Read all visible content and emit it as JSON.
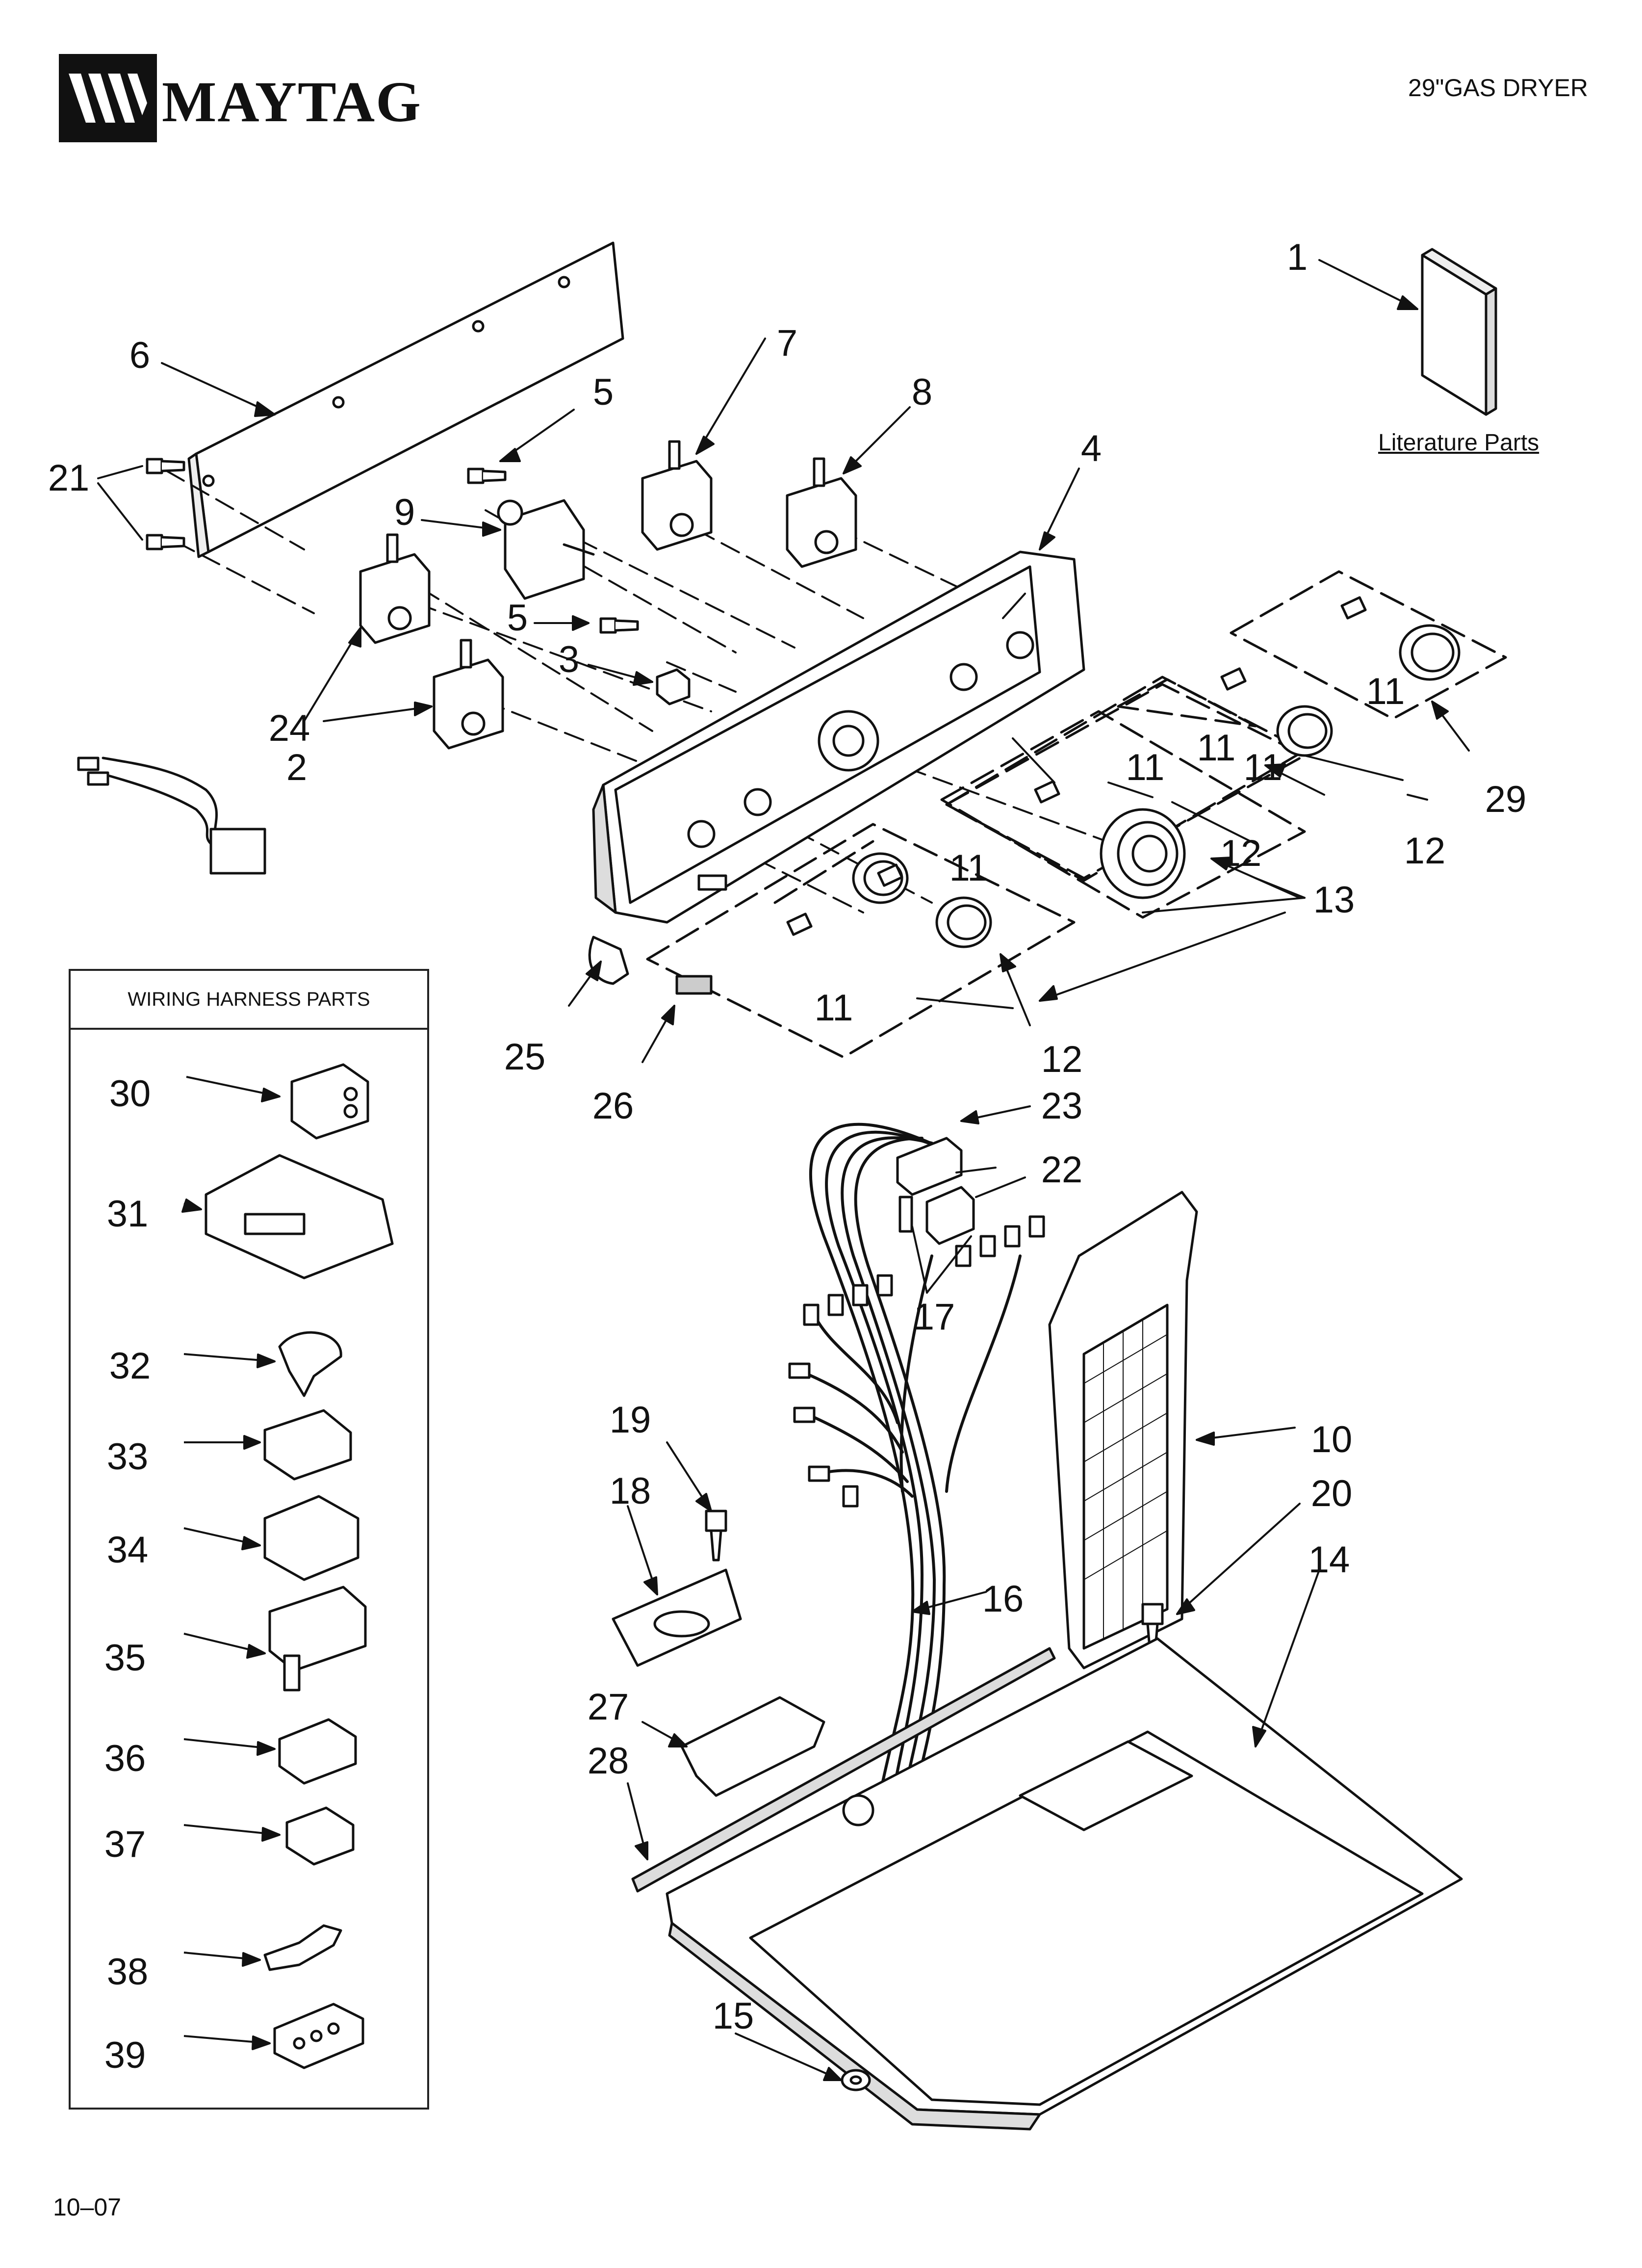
{
  "header": {
    "brand": "MAYTAG",
    "document_title": "29\"GAS DRYER"
  },
  "literature_label": "Literature Parts",
  "wiring_box": {
    "title": "WIRING HARNESS PARTS"
  },
  "callouts": [
    "1",
    "2",
    "3",
    "4",
    "5",
    "5",
    "6",
    "7",
    "8",
    "9",
    "10",
    "11",
    "11",
    "11",
    "11",
    "11",
    "11",
    "12",
    "12",
    "12",
    "13",
    "14",
    "15",
    "16",
    "17",
    "18",
    "19",
    "20",
    "21",
    "22",
    "23",
    "24",
    "25",
    "26",
    "27",
    "28",
    "29",
    "30",
    "31",
    "32",
    "33",
    "34",
    "35",
    "36",
    "37",
    "38",
    "39"
  ],
  "footer": {
    "code": "10–07"
  },
  "colors": {
    "ink": "#111111",
    "background": "#ffffff"
  }
}
